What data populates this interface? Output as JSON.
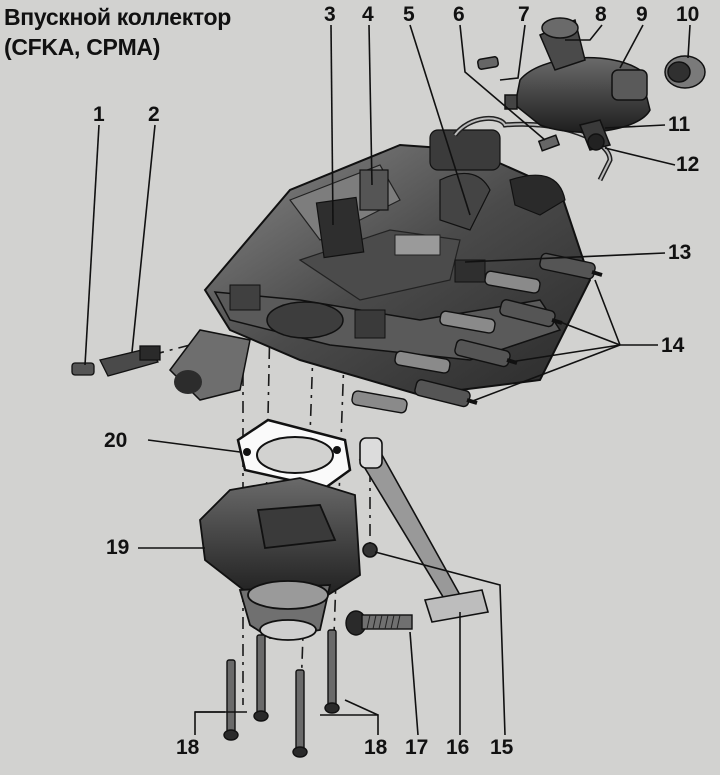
{
  "title": {
    "line1": "Впускной коллектор",
    "line2": "(CFKA, CPMA)"
  },
  "callouts": [
    "1",
    "2",
    "3",
    "4",
    "5",
    "6",
    "7",
    "8",
    "9",
    "10",
    "11",
    "12",
    "13",
    "14",
    "20",
    "19",
    "18",
    "18",
    "17",
    "16",
    "15"
  ],
  "colors": {
    "background": "#d2d2d0",
    "ink": "#111111",
    "metal_dark": "#3a3a3a",
    "metal_mid": "#6e6e6e",
    "metal_light": "#9a9a9a"
  }
}
